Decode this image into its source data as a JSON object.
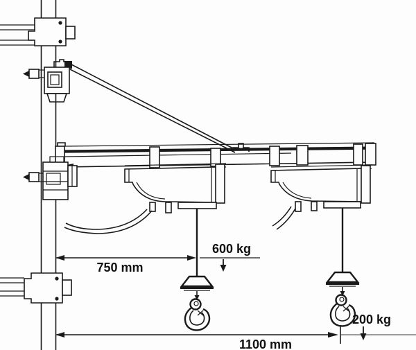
{
  "annotations": {
    "radius_inner": "750 mm",
    "load_inner": "600 kg",
    "radius_outer": "1100 mm",
    "load_outer": "200 kg"
  },
  "colors": {
    "ink": "#1a1a1a",
    "muted_line": "#9a9a9a",
    "background": "#fdfdfd"
  }
}
